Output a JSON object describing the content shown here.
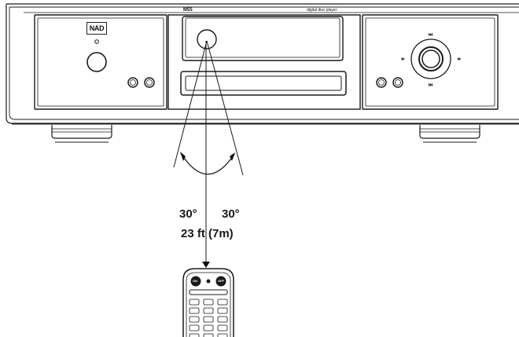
{
  "player": {
    "model": "M55",
    "subtitle": "digital disc player",
    "brand": "NAD"
  },
  "transport_icons": [
    "skip-forward-icon",
    "rewind-icon",
    "fast-forward-icon",
    "skip-back-icon"
  ],
  "angles": {
    "left": "30°",
    "right": "30°"
  },
  "distance": "23 ft (7m)",
  "remote": {
    "on_label": "ON",
    "off_label": "OFF"
  }
}
